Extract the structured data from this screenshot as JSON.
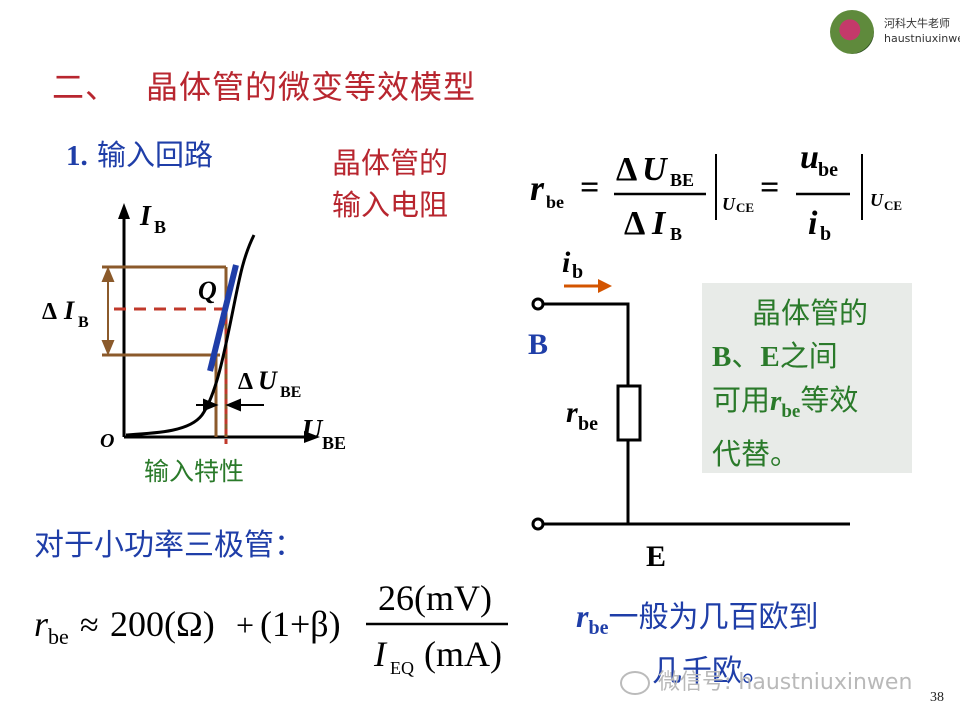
{
  "brand": {
    "name": "河科大牛老师",
    "handle": "haustniuxinwen"
  },
  "title": {
    "num": "二、",
    "text": "晶体管的微变等效模型"
  },
  "section": {
    "num": "1.",
    "text": "输入回路"
  },
  "input_resistance_label": {
    "line1": "晶体管的",
    "line2": "输入电阻"
  },
  "formula_rbe": {
    "lhs_r": "r",
    "lhs_sub": "be",
    "eq": "=",
    "delta": "Δ",
    "num_var": "U",
    "num_sub": "BE",
    "den_var": "I",
    "den_sub": "B",
    "cond_var": "U",
    "cond_sub": "CE",
    "num2_var": "u",
    "num2_sub": "be",
    "den2_var": "i",
    "den2_sub": "b"
  },
  "graph": {
    "y_label_var": "I",
    "y_label_sub": "B",
    "x_label_var": "U",
    "x_label_sub": "BE",
    "origin": "O",
    "q_label": "Q",
    "dib_var": "I",
    "dib_sub": "B",
    "dub_var": "U",
    "dub_sub": "BE",
    "delta": "Δ",
    "caption": "输入特性"
  },
  "circuit": {
    "current_var": "i",
    "current_sub": "b",
    "node_b": "B",
    "node_e": "E",
    "r_var": "r",
    "r_sub": "be"
  },
  "note_box": {
    "line1": "晶体管的",
    "line2a": "B",
    "line2b": "、",
    "line2c": "E",
    "line2d": "之间",
    "line3a": "可用",
    "line3r": "r",
    "line3sub": "be",
    "line3b": "等效",
    "line4": "代替。"
  },
  "small_power": "对于小功率三极管：",
  "approx_formula": {
    "r": "r",
    "r_sub": "be",
    "approx": "≈",
    "k": "200(Ω)",
    "plus": "+",
    "factor": "(1+β)",
    "num": "26(mV)",
    "den_var": "I",
    "den_sub": "EQ",
    "den_unit": "(mA)"
  },
  "rbe_note": {
    "r": "r",
    "sub": "be",
    "line1": "一般为几百欧到",
    "line2": "几千欧。"
  },
  "watermark": "微信号: haustniuxinwen",
  "page_number": "38",
  "colors": {
    "title": "#b8262f",
    "blue": "#1f3ea8",
    "green": "#2a7a2a",
    "graph_brown": "#8b5a2b",
    "q_line": "#1f3ea8",
    "dashed": "#c0392b"
  }
}
